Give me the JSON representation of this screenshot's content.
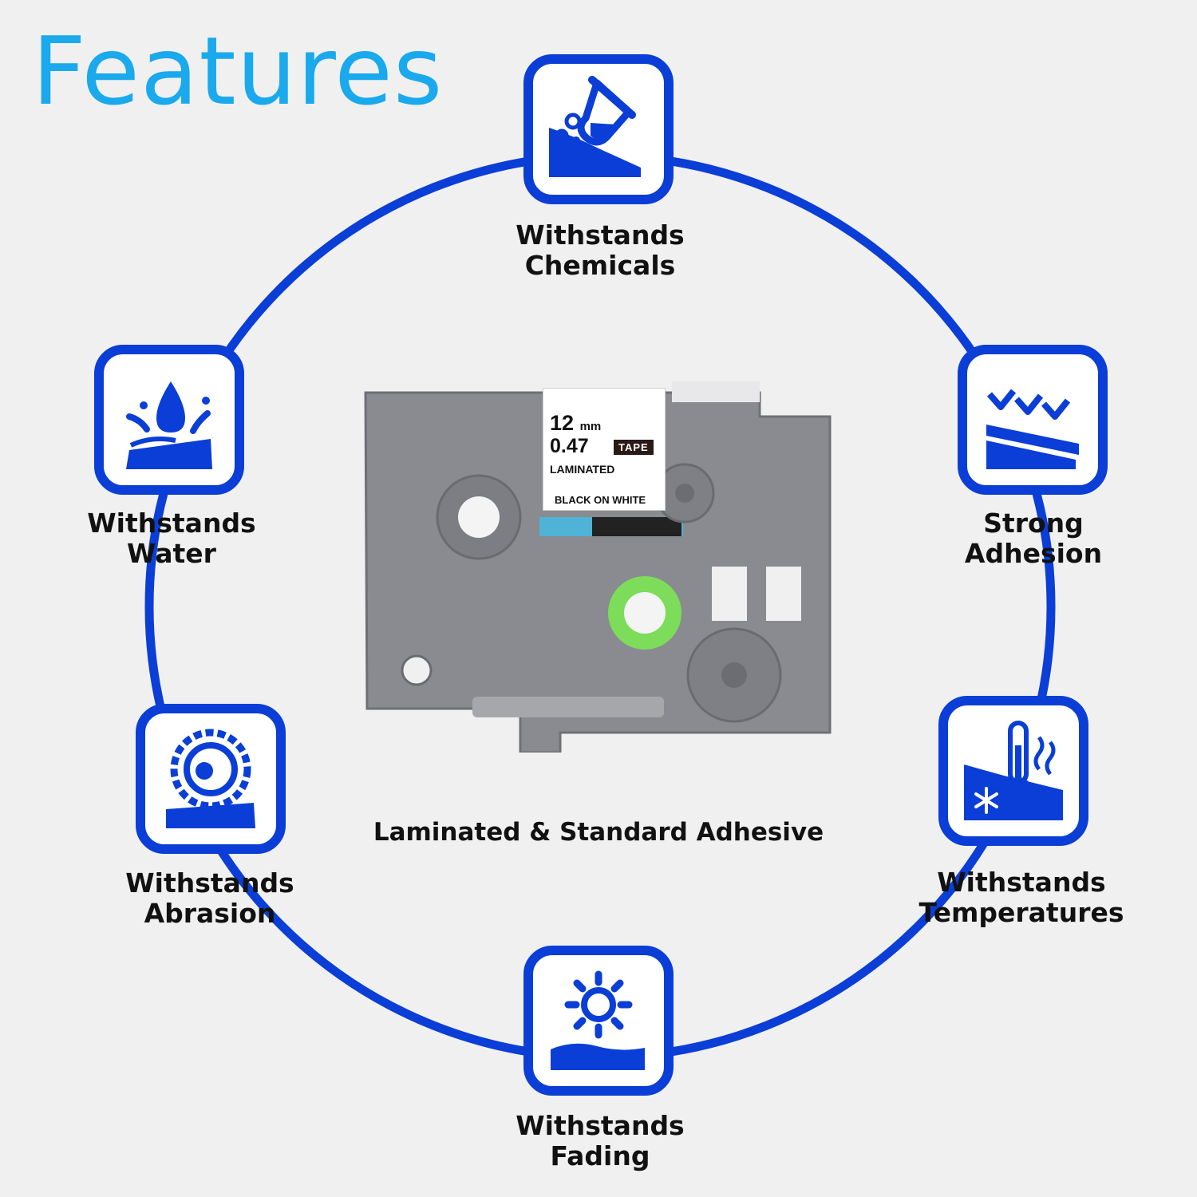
{
  "title": "Features",
  "caption": "Laminated & Standard Adhesive",
  "colors": {
    "accent": "#0a3ed6",
    "title": "#1aa9ec",
    "background": "#f0f0f0",
    "cassette": "#8a8b90"
  },
  "features": [
    {
      "icon": "chemical-test-tube-icon",
      "line1": "Withstands",
      "line2": "Chemicals"
    },
    {
      "icon": "water-drop-icon",
      "line1": "Withstands",
      "line2": "Water"
    },
    {
      "icon": "adhesion-checkmarks-icon",
      "line1": "Strong",
      "line2": "Adhesion"
    },
    {
      "icon": "abrasion-roll-icon",
      "line1": "Withstands",
      "line2": "Abrasion"
    },
    {
      "icon": "thermometer-snowflake-icon",
      "line1": "Withstands",
      "line2": "Temperatures"
    },
    {
      "icon": "sun-icon",
      "line1": "Withstands",
      "line2": "Fading"
    }
  ],
  "tape_label": {
    "size": "12",
    "size_unit": "mm",
    "inch": "0.47",
    "tape": "TAPE",
    "type": "LAMINATED",
    "color": "BLACK ON WHITE"
  }
}
